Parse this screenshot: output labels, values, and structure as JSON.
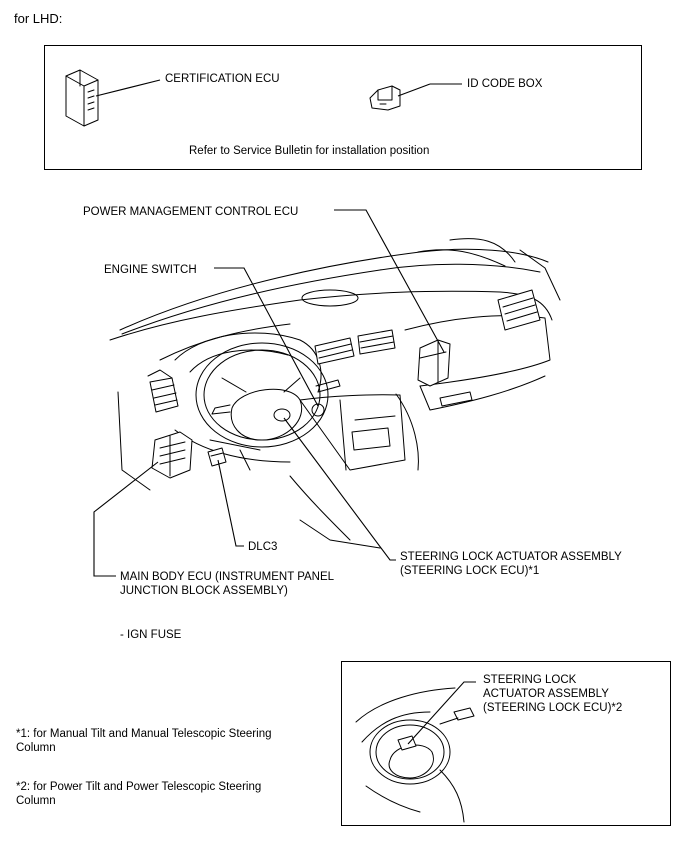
{
  "header": {
    "variant_label": "for LHD:"
  },
  "top_box": {
    "certification_ecu": "CERTIFICATION ECU",
    "id_code_box": "ID CODE BOX",
    "note": "Refer to Service Bulletin for installation position"
  },
  "main_labels": {
    "power_mgmt_ecu": "POWER MANAGEMENT CONTROL ECU",
    "engine_switch": "ENGINE SWITCH",
    "dlc3": "DLC3",
    "steering_lock_line1": "STEERING LOCK ACTUATOR ASSEMBLY",
    "steering_lock_line2": "(STEERING LOCK ECU)*1",
    "main_body_line1": "MAIN BODY ECU (INSTRUMENT PANEL",
    "main_body_line2": "JUNCTION BLOCK ASSEMBLY)",
    "ign_fuse": "- IGN FUSE"
  },
  "inset_box": {
    "line1": "STEERING LOCK",
    "line2": "ACTUATOR ASSEMBLY",
    "line3": "(STEERING LOCK ECU)*2"
  },
  "footnotes": {
    "note1_line1": "*1: for Manual Tilt and Manual Telescopic Steering",
    "note1_line2": "Column",
    "note2_line1": "*2: for Power Tilt and Power Telescopic Steering",
    "note2_line2": "Column"
  }
}
